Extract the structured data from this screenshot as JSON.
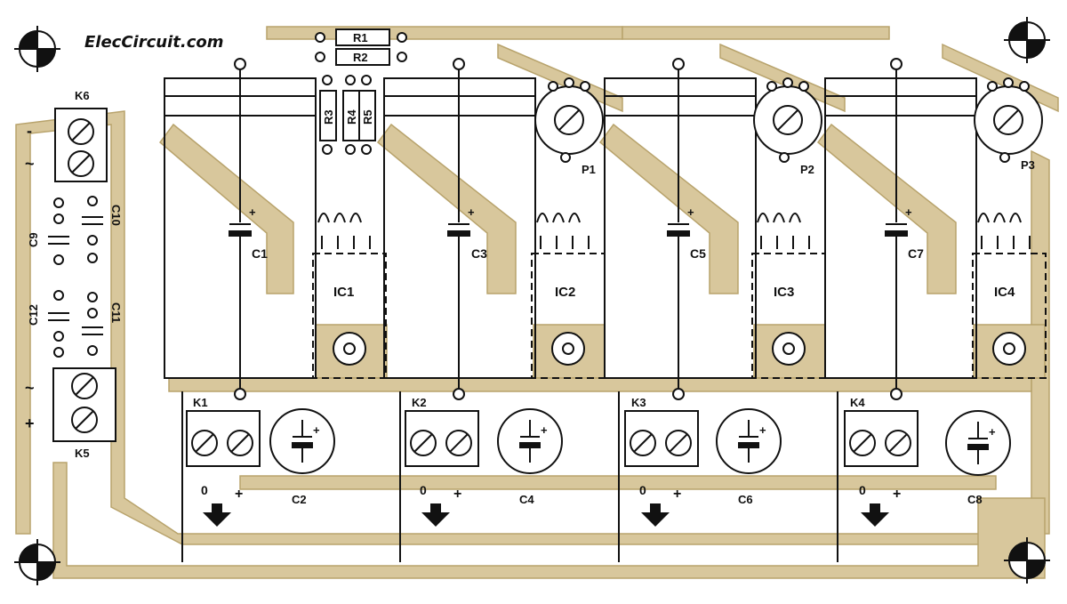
{
  "brand": "ElecCircuit.com",
  "colors": {
    "trace": "#d8c79c",
    "trace_edge": "#b8a36c",
    "ink": "#111111",
    "paper": "#ffffff"
  },
  "terminals": {
    "k6": "K6",
    "k5": "K5",
    "k1": "K1",
    "k2": "K2",
    "k3": "K3",
    "k4": "K4"
  },
  "polarity": {
    "minus": "-",
    "tilde": "~",
    "plus": "+",
    "zero": "0"
  },
  "resistors": {
    "r1": "R1",
    "r2": "R2",
    "r3": "R3",
    "r4": "R4",
    "r5": "R5"
  },
  "capacitors": {
    "c1": "C1",
    "c2": "C2",
    "c3": "C3",
    "c4": "C4",
    "c5": "C5",
    "c6": "C6",
    "c7": "C7",
    "c8": "C8",
    "c9": "C9",
    "c10": "C10",
    "c11": "C11",
    "c12": "C12"
  },
  "pots": {
    "p1": "P1",
    "p2": "P2",
    "p3": "P3"
  },
  "ics": {
    "ic1": "IC1",
    "ic2": "IC2",
    "ic3": "IC3",
    "ic4": "IC4"
  }
}
